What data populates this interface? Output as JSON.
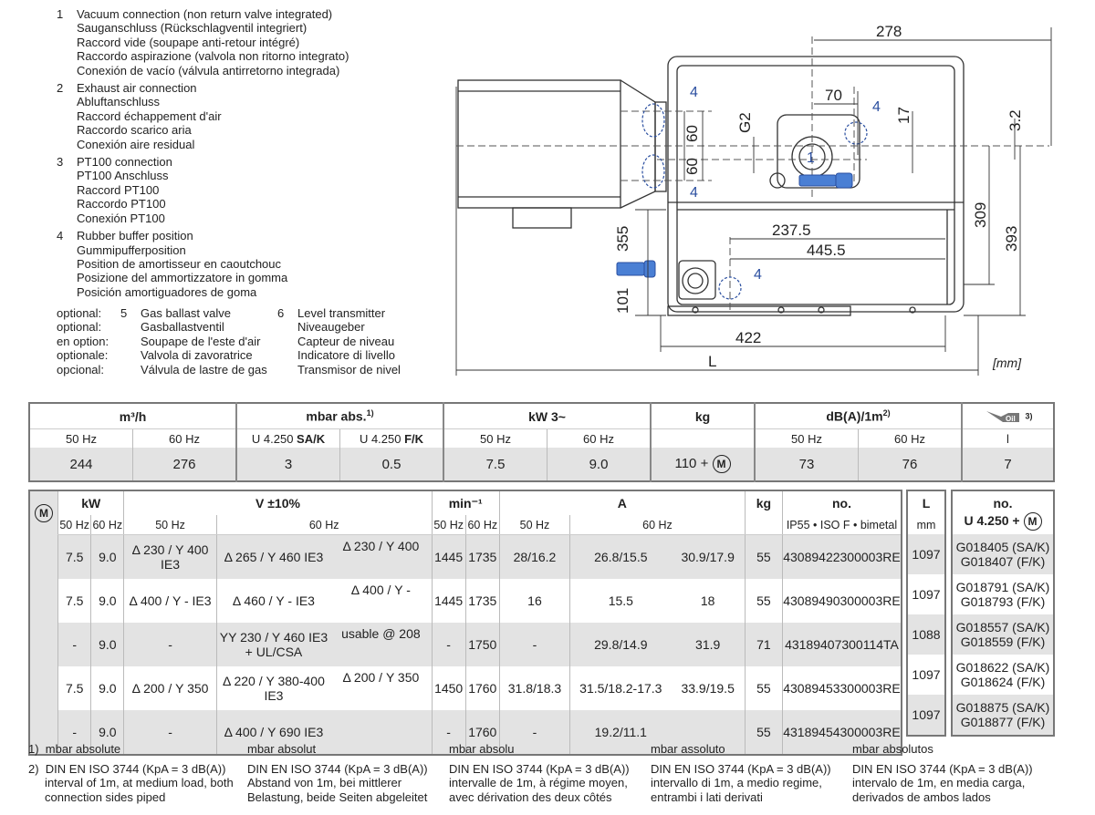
{
  "legend": [
    {
      "num": "1",
      "lines": [
        "Vacuum connection (non return valve integrated)",
        "Sauganschluss (Rückschlagventil integriert)",
        "Raccord vide (soupape anti-retour intégré)",
        "Raccordo aspirazione (valvola non ritorno integrato)",
        "Conexión de vacío (válvula antirretorno integrada)"
      ]
    },
    {
      "num": "2",
      "lines": [
        "Exhaust air connection",
        "Abluftanschluss",
        "Raccord échappement d'air",
        "Raccordo scarico aria",
        "Conexión aire residual"
      ]
    },
    {
      "num": "3",
      "lines": [
        "PT100 connection",
        "PT100 Anschluss",
        "Raccord PT100",
        "Raccordo PT100",
        "Conexión PT100"
      ]
    },
    {
      "num": "4",
      "lines": [
        "Rubber buffer position",
        "Gummipufferposition",
        "Position de amortisseur en caoutchouc",
        "Posizione del ammortizzatore in gomma",
        "Posición amortiguadores de goma"
      ]
    }
  ],
  "optional": {
    "labels": [
      "optional:",
      "optional:",
      "en option:",
      "optionale:",
      "opcional:"
    ],
    "n5": "5",
    "item5": [
      "Gas ballast valve",
      "Gasballastventil",
      "Soupape de l'este d'air",
      "Valvola di zavoratrice",
      "Válvula de lastre de gas"
    ],
    "n6": "6",
    "item6": [
      "Level transmitter",
      "Niveaugeber",
      "Capteur de niveau",
      "Indicatore di livello",
      "Transmisor de nivel"
    ]
  },
  "drawing": {
    "dims": {
      "d278": "278",
      "d70": "70",
      "d17": "17",
      "d32": "3.2",
      "g2": "G2",
      "d60a": "60",
      "d60b": "60",
      "d309": "309",
      "d393": "393",
      "d2375": "237.5",
      "d4455": "445.5",
      "d355": "355",
      "d101": "101",
      "d422": "422",
      "L": "L"
    },
    "callouts": {
      "c1": "1",
      "c4": "4"
    },
    "unit": "[mm]"
  },
  "spec": {
    "headers": [
      "m³/h",
      "mbar abs.",
      "kW 3~",
      "kg",
      "dB(A)/1m",
      "Oil"
    ],
    "sup1": "1)",
    "sup2": "2)",
    "sup3": "3)",
    "sub": [
      "50 Hz",
      "60 Hz",
      "U 4.250 SA/K",
      "U 4.250 F/K",
      "50 Hz",
      "60 Hz",
      "",
      "50 Hz",
      "60 Hz",
      "l"
    ],
    "values": [
      "244",
      "276",
      "3",
      "0.5",
      "7.5",
      "9.0",
      "110 +",
      "73",
      "76",
      "7"
    ],
    "m_symbol": "M"
  },
  "motor": {
    "m_symbol": "M",
    "head": {
      "kw": "kW",
      "v": "V ±10%",
      "min": "min⁻¹",
      "a": "A",
      "kg": "kg",
      "no": "no.",
      "L": "L",
      "no2": "no.",
      "u4250": "U 4.250 +"
    },
    "sub": {
      "hz50": "50 Hz",
      "hz60": "60 Hz",
      "ip": "IP55 • ISO F • bimetal",
      "mm": "mm"
    },
    "rows": [
      {
        "kw50": "7.5",
        "kw60": "9.0",
        "v50": "Δ 230 / Y 400 IE3",
        "v60a": "Δ 265 / Y 460 IE3",
        "v60b": "Δ 230 / Y 400",
        "n50": "1445",
        "n60": "1735",
        "a50": "28/16.2",
        "a60a": "26.8/15.5",
        "a60b": "30.9/17.9",
        "kg": "55",
        "no": "43089422300003RE",
        "L": "1097",
        "nos": [
          "G018405 (SA/K)",
          "G018407 (F/K)"
        ]
      },
      {
        "kw50": "7.5",
        "kw60": "9.0",
        "v50": "Δ 400 / Y - IE3",
        "v60a": "Δ 460 / Y - IE3",
        "v60b": "Δ 400 / Y -",
        "n50": "1445",
        "n60": "1735",
        "a50": "16",
        "a60a": "15.5",
        "a60b": "18",
        "kg": "55",
        "no": "43089490300003RE",
        "L": "1097",
        "nos": [
          "G018791 (SA/K)",
          "G018793 (F/K)"
        ]
      },
      {
        "kw50": "-",
        "kw60": "9.0",
        "v50": "-",
        "v60a": "YY 230 / Y 460 IE3 + UL/CSA",
        "v60b": "usable @ 208",
        "n50": "-",
        "n60": "1750",
        "a50": "-",
        "a60a": "29.8/14.9",
        "a60b": "31.9",
        "kg": "71",
        "no": "43189407300114TA",
        "L": "1088",
        "nos": [
          "G018557 (SA/K)",
          "G018559 (F/K)"
        ]
      },
      {
        "kw50": "7.5",
        "kw60": "9.0",
        "v50": "Δ 200 / Y 350",
        "v60a": "Δ 220 / Y 380-400 IE3",
        "v60b": "Δ 200 / Y 350",
        "n50": "1450",
        "n60": "1760",
        "a50": "31.8/18.3",
        "a60a": "31.5/18.2-17.3",
        "a60b": "33.9/19.5",
        "kg": "55",
        "no": "43089453300003RE",
        "L": "1097",
        "nos": [
          "G018622 (SA/K)",
          "G018624 (F/K)"
        ]
      },
      {
        "kw50": "-",
        "kw60": "9.0",
        "v50": "-",
        "v60a": "Δ 400 / Y 690 IE3",
        "v60b": "",
        "n50": "-",
        "n60": "1760",
        "a50": "-",
        "a60a": "19.2/11.1",
        "a60b": "",
        "kg": "55",
        "no": "43189454300003RE",
        "L": "1097",
        "nos": [
          "G018875 (SA/K)",
          "G018877 (F/K)"
        ]
      }
    ]
  },
  "footnotes": [
    [
      "1)  mbar absolute",
      "",
      "2)  DIN EN ISO 3744 (KpA = 3 dB(A))",
      "     interval of 1m, at medium load, both",
      "     connection sides piped"
    ],
    [
      "mbar absolut",
      "",
      "DIN EN ISO 3744 (KpA = 3 dB(A))",
      "Abstand von 1m, bei mittlerer",
      "Belastung, beide Seiten abgeleitet"
    ],
    [
      "mbar absolu",
      "",
      "DIN EN ISO 3744 (KpA = 3 dB(A))",
      "intervalle de 1m, à régime moyen,",
      "avec dérivation des deux côtés"
    ],
    [
      "mbar assoluto",
      "",
      "DIN EN ISO 3744 (KpA = 3 dB(A))",
      "intervallo di 1m, a medio regime,",
      "entrambi i lati derivati"
    ],
    [
      "mbar absolutos",
      "",
      "DIN EN ISO 3744 (KpA = 3 dB(A))",
      "intervalo de 1m, en media carga,",
      "derivados de ambos lados"
    ]
  ]
}
